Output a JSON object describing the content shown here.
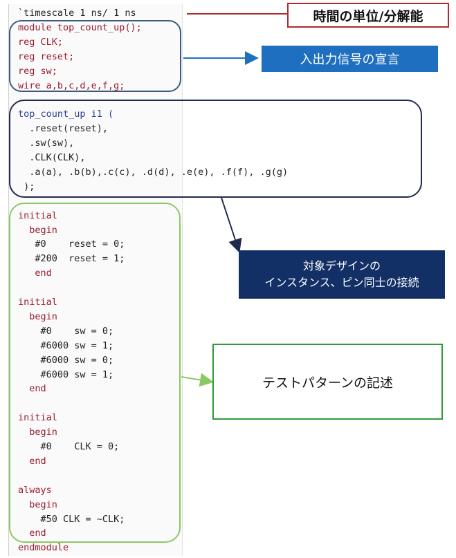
{
  "code_lines": [
    {
      "text": "`timescale 1 ns/ 1 ns",
      "cls": ""
    },
    {
      "text": "module top_count_up();",
      "cls": "kw"
    },
    {
      "text": "reg CLK;",
      "cls": "kw"
    },
    {
      "text": "reg reset;",
      "cls": "kw"
    },
    {
      "text": "reg sw;",
      "cls": "kw"
    },
    {
      "text": "wire a,b,c,d,e,f,g;",
      "cls": "kw"
    },
    {
      "text": "",
      "cls": ""
    },
    {
      "text": "top_count_up i1 (",
      "cls": "fn"
    },
    {
      "text": "  .reset(reset),",
      "cls": ""
    },
    {
      "text": "  .sw(sw),",
      "cls": ""
    },
    {
      "text": "  .CLK(CLK),",
      "cls": ""
    },
    {
      "text": "  .a(a), .b(b),.c(c), .d(d), .e(e), .f(f), .g(g)",
      "cls": ""
    },
    {
      "text": " );",
      "cls": ""
    },
    {
      "text": "",
      "cls": ""
    },
    {
      "text": "initial",
      "cls": "kw"
    },
    {
      "text": "  begin",
      "cls": "kw"
    },
    {
      "text": "   #0    reset = 0;",
      "cls": ""
    },
    {
      "text": "   #200  reset = 1;",
      "cls": ""
    },
    {
      "text": "   end",
      "cls": "kw"
    },
    {
      "text": "",
      "cls": ""
    },
    {
      "text": "initial",
      "cls": "kw"
    },
    {
      "text": "  begin",
      "cls": "kw"
    },
    {
      "text": "    #0    sw = 0;",
      "cls": ""
    },
    {
      "text": "    #6000 sw = 1;",
      "cls": ""
    },
    {
      "text": "    #6000 sw = 0;",
      "cls": ""
    },
    {
      "text": "    #6000 sw = 1;",
      "cls": ""
    },
    {
      "text": "  end",
      "cls": "kw"
    },
    {
      "text": "",
      "cls": ""
    },
    {
      "text": "initial",
      "cls": "kw"
    },
    {
      "text": "  begin",
      "cls": "kw"
    },
    {
      "text": "    #0    CLK = 0;",
      "cls": ""
    },
    {
      "text": "  end",
      "cls": "kw"
    },
    {
      "text": "",
      "cls": ""
    },
    {
      "text": "always",
      "cls": "kw"
    },
    {
      "text": "  begin",
      "cls": "kw"
    },
    {
      "text": "    #50 CLK = ~CLK;",
      "cls": ""
    },
    {
      "text": "  end",
      "cls": "kw"
    },
    {
      "text": "endmodule",
      "cls": "kw"
    }
  ],
  "annotations": {
    "timescale": "時間の単位/分解能",
    "io_declaration": "入出力信号の宣言",
    "instance_line1": "対象デザインの",
    "instance_line2": "インスタンス、ピン同士の接続",
    "test_pattern": "テストパターンの記述"
  },
  "colors": {
    "timescale_border": "#b0292b",
    "io_box_border": "#3c5a80",
    "io_label_bg": "#1f6fc0",
    "instance_box_border": "#1f2a4d",
    "instance_label_bg": "#123066",
    "test_box_border": "#8cc864",
    "test_label_border": "#2e9a3a"
  }
}
